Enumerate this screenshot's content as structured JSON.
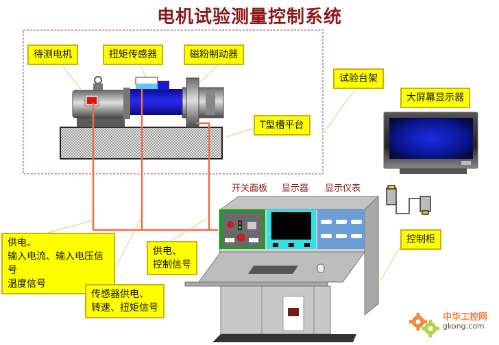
{
  "title": "电机试验测量控制系统",
  "colors": {
    "title": "#8b1a1a",
    "label_bg": "#ffff00",
    "cable": "#e8704a",
    "test_frame_border": "#c9a0a8",
    "section_labels": "#8b1a1a",
    "motor_indicator": "#e01010",
    "sensor_body": "#1a1acc",
    "panel_switch": "#1f9a2a",
    "panel_display": "#33e0e8",
    "panel_meters": "#6b9ed8",
    "monitor_screen": "#0a18a8"
  },
  "labels": {
    "motor_under_test": "待测电机",
    "torque_sensor": "扭矩传感器",
    "magnetic_brake": "磁粉制动器",
    "test_bench": "试验台架",
    "t_slot_platform": "T型槽平台",
    "large_display": "大屏幕显示器",
    "control_cabinet": "控制柜",
    "motor_signals": [
      "供电、",
      "输入电流、输入电压信号",
      "温度信号"
    ],
    "brake_signals": [
      "供电、",
      "控制信号"
    ],
    "sensor_signals": [
      "传感器供电、",
      "转速、扭矩信号"
    ]
  },
  "panel_labels": {
    "switch_panel": "开关面板",
    "display": "显示器",
    "display_meters": "显示仪表"
  },
  "logo": {
    "name_cn": "中华工控网",
    "name_en": "gkong.com"
  }
}
